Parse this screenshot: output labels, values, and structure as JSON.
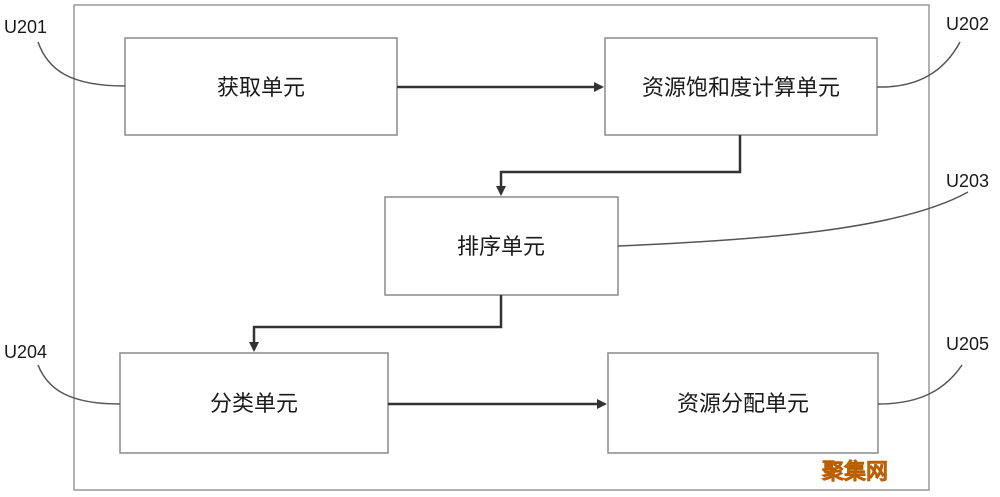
{
  "diagram": {
    "boxes": {
      "acquire": "获取单元",
      "saturation": "资源饱和度计算单元",
      "sort": "排序单元",
      "classify": "分类单元",
      "allocate": "资源分配单元"
    },
    "refs": {
      "u201": "U201",
      "u202": "U202",
      "u203": "U203",
      "u204": "U204",
      "u205": "U205"
    }
  },
  "watermark": {
    "text": "聚集网",
    "color": "#f08a1c"
  },
  "colors": {
    "box_border": "#8a8a8a",
    "arrow": "#333333",
    "frame": "#999999"
  }
}
